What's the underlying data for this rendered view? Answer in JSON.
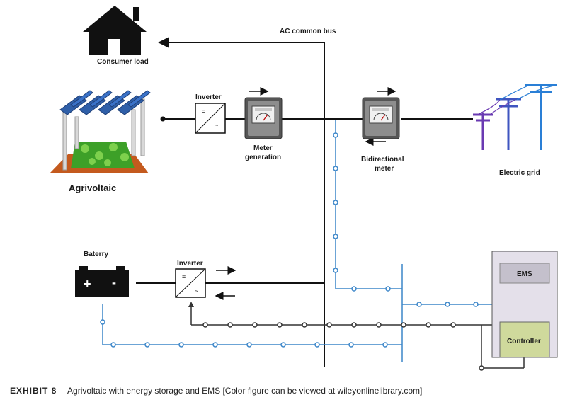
{
  "labels": {
    "ac_bus": "AC common bus",
    "consumer_load": "Consumer load",
    "inverter_top": "Inverter",
    "meter_generation_1": "Meter",
    "meter_generation_2": "generation",
    "bidirectional_1": "Bidirectional",
    "bidirectional_2": "meter",
    "electric_grid": "Electric grid",
    "agrivoltaic": "Agrivoltaic",
    "battery": "Baterry",
    "inverter_bottom": "Inverter",
    "ems": "EMS",
    "controller": "Controller"
  },
  "caption": {
    "tag": "EXHIBIT 8",
    "text": "Agrivoltaic with energy storage and EMS [Color figure can be viewed at wileyonlinelibrary.com]"
  },
  "colors": {
    "power_line": "#111111",
    "comm_line": "#3b86c9",
    "ems_fill": "#e4e0ea",
    "solar_panel": "#2f5fa8",
    "ground": "#c45a1e",
    "crops": "#3da028",
    "grid_purple": "#6a3ab2",
    "grid_blue": "#2a7fd6"
  }
}
